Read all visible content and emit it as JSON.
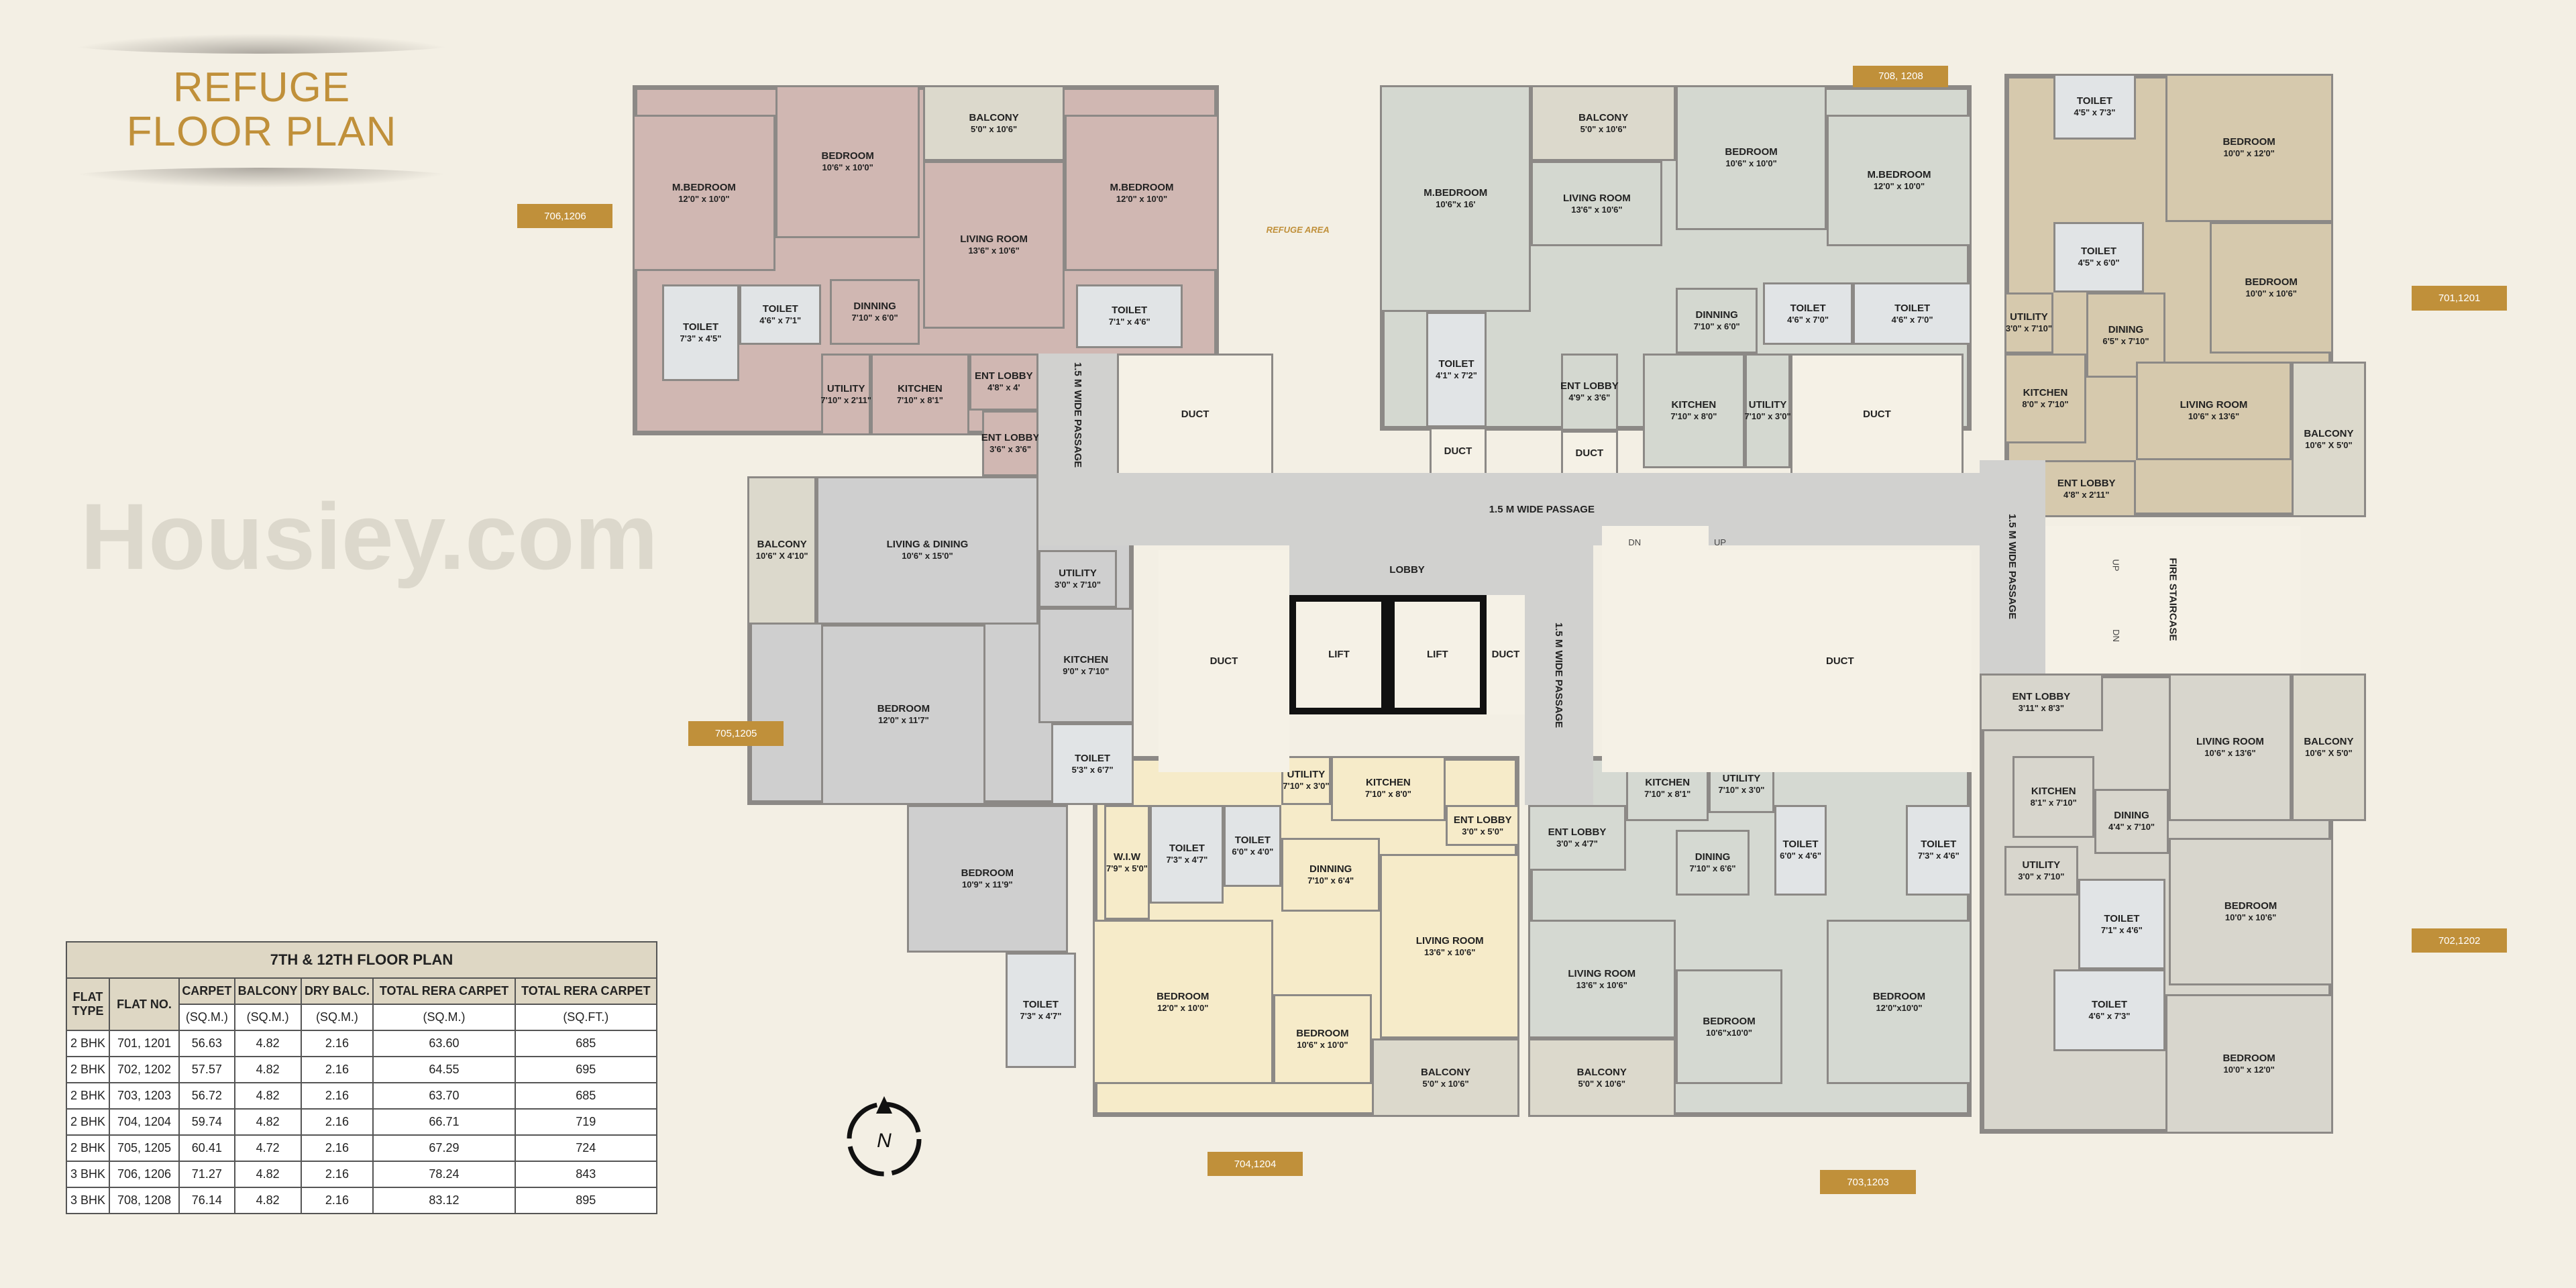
{
  "title": {
    "line1": "REFUGE",
    "line2": "FLOOR PLAN"
  },
  "colors": {
    "accent_gold": "#c0903a",
    "background": "#f3efe4",
    "wall": "#8c8986",
    "toilet": "#e1e4e6",
    "balcony": "#dcd9cc",
    "duct": "#f5f1e6"
  },
  "watermark": "Housiey.com",
  "compass": {
    "label": "N",
    "icon": "north-arrow-compass-icon"
  },
  "plan": {
    "units": [
      {
        "tag": "706,1206",
        "color": "#d0b7b2",
        "rooms": [
          {
            "name": "M.BEDROOM",
            "dim": "12'0\" x 10'0\""
          },
          {
            "name": "BEDROOM",
            "dim": "10'6\" x 10'0\""
          },
          {
            "name": "BALCONY",
            "dim": "5'0\" x 10'6\""
          },
          {
            "name": "LIVING ROOM",
            "dim": "13'6\" x 10'6\""
          },
          {
            "name": "M.BEDROOM",
            "dim": "12'0\" x 10'0\""
          },
          {
            "name": "TOILET",
            "dim": "7'3\" x 4'5\""
          },
          {
            "name": "TOILET",
            "dim": "4'6\" x 7'1\""
          },
          {
            "name": "DINNING",
            "dim": "7'10\" x 6'0\""
          },
          {
            "name": "TOILET",
            "dim": "7'1\" x 4'6\""
          },
          {
            "name": "UTILITY",
            "dim": "7'10\" x 2'11\""
          },
          {
            "name": "KITCHEN",
            "dim": "7'10\" x 8'1\""
          },
          {
            "name": "ENT LOBBY",
            "dim": "4'8\" x 4'"
          },
          {
            "name": "ENT LOBBY",
            "dim": "3'6\" x 3'6\""
          },
          {
            "name": "DUCT",
            "dim": ""
          }
        ]
      },
      {
        "tag": "708, 1208",
        "color": "#d4d8d0",
        "rooms": [
          {
            "name": "M.BEDROOM",
            "dim": "10'6\"x 16'"
          },
          {
            "name": "BALCONY",
            "dim": "5'0\" x 10'6\""
          },
          {
            "name": "LIVING ROOM",
            "dim": "13'6\" x 10'6\""
          },
          {
            "name": "BEDROOM",
            "dim": "10'6\" x 10'0\""
          },
          {
            "name": "M.BEDROOM",
            "dim": "12'0\" x 10'0\""
          },
          {
            "name": "TOILET",
            "dim": "4'1\" x 7'2\""
          },
          {
            "name": "DINNING",
            "dim": "7'10\" x 6'0\""
          },
          {
            "name": "TOILET",
            "dim": "4'6\" x 7'0\""
          },
          {
            "name": "TOILET",
            "dim": "4'6\" x 7'0\""
          },
          {
            "name": "ENT LOBBY",
            "dim": "4'9\" x 3'6\""
          },
          {
            "name": "KITCHEN",
            "dim": "7'10\" x 8'0\""
          },
          {
            "name": "UTILITY",
            "dim": "7'10\" x 3'0\""
          },
          {
            "name": "DUCT",
            "dim": ""
          },
          {
            "name": "DUCT",
            "dim": ""
          },
          {
            "name": "DUCT",
            "dim": ""
          }
        ]
      },
      {
        "tag": "701,1201",
        "color": "#d6c9ad",
        "rooms": [
          {
            "name": "TOILET",
            "dim": "4'5\" x 7'3\""
          },
          {
            "name": "BEDROOM",
            "dim": "10'0\" x 12'0\""
          },
          {
            "name": "TOILET",
            "dim": "4'5\" x 6'0\""
          },
          {
            "name": "BEDROOM",
            "dim": "10'0\" x 10'6\""
          },
          {
            "name": "UTILITY",
            "dim": "3'0\" x 7'10\""
          },
          {
            "name": "KITCHEN",
            "dim": "8'0\" x 7'10\""
          },
          {
            "name": "DINING",
            "dim": "6'5\" x 7'10\""
          },
          {
            "name": "LIVING ROOM",
            "dim": "10'6\" x 13'6\""
          },
          {
            "name": "BALCONY",
            "dim": "10'6\" X 5'0\""
          },
          {
            "name": "ENT LOBBY",
            "dim": "4'8\" x 2'11\""
          }
        ]
      },
      {
        "tag": "702,1202",
        "color": "#d8d6cd",
        "rooms": [
          {
            "name": "ENT LOBBY",
            "dim": "3'11\" x 8'3\""
          },
          {
            "name": "LIVING ROOM",
            "dim": "10'6\" x 13'6\""
          },
          {
            "name": "BALCONY",
            "dim": "10'6\" X 5'0\""
          },
          {
            "name": "KITCHEN",
            "dim": "8'1\" x 7'10\""
          },
          {
            "name": "DINING",
            "dim": "4'4\" x 7'10\""
          },
          {
            "name": "UTILITY",
            "dim": "3'0\" x 7'10\""
          },
          {
            "name": "BEDROOM",
            "dim": "10'0\" x 10'6\""
          },
          {
            "name": "TOILET",
            "dim": "7'1\" x 4'6\""
          },
          {
            "name": "TOILET",
            "dim": "4'6\" x 7'3\""
          },
          {
            "name": "BEDROOM",
            "dim": "10'0\" x 12'0\""
          }
        ]
      },
      {
        "tag": "703,1203",
        "color": "#d5d9d2",
        "rooms": [
          {
            "name": "ENT LOBBY",
            "dim": "3'0\" x 4'7\""
          },
          {
            "name": "KITCHEN",
            "dim": "7'10\" x 8'1\""
          },
          {
            "name": "UTILITY",
            "dim": "7'10\" x 3'0\""
          },
          {
            "name": "DINING",
            "dim": "7'10\" x 6'6\""
          },
          {
            "name": "TOILET",
            "dim": "6'0\" x 4'6\""
          },
          {
            "name": "TOILET",
            "dim": "7'3\" x 4'6\""
          },
          {
            "name": "LIVING ROOM",
            "dim": "13'6\" x 10'6\""
          },
          {
            "name": "BEDROOM",
            "dim": "10'6\"x10'0\""
          },
          {
            "name": "BEDROOM",
            "dim": "12'0\"x10'0\""
          },
          {
            "name": "BALCONY",
            "dim": "5'0\" X 10'6\""
          }
        ]
      },
      {
        "tag": "704,1204",
        "color": "#f6ebc9",
        "rooms": [
          {
            "name": "UTILITY",
            "dim": "7'10\" x 3'0\""
          },
          {
            "name": "KITCHEN",
            "dim": "7'10\" x 8'0\""
          },
          {
            "name": "ENT LOBBY",
            "dim": "3'0\" x 5'0\""
          },
          {
            "name": "W.I.W",
            "dim": "7'9\" x 5'0\""
          },
          {
            "name": "TOILET",
            "dim": "7'3\" x 4'7\""
          },
          {
            "name": "TOILET",
            "dim": "6'0\" x 4'0\""
          },
          {
            "name": "DINNING",
            "dim": "7'10\" x 6'4\""
          },
          {
            "name": "BEDROOM",
            "dim": "12'0\" x 10'0\""
          },
          {
            "name": "LIVING ROOM",
            "dim": "13'6\" x 10'6\""
          },
          {
            "name": "BEDROOM",
            "dim": "10'6\" x 10'0\""
          },
          {
            "name": "BALCONY",
            "dim": "5'0\" x 10'6\""
          }
        ]
      },
      {
        "tag": "705,1205",
        "color": "#cfcfcf",
        "rooms": [
          {
            "name": "BALCONY",
            "dim": "10'6\" X 4'10\""
          },
          {
            "name": "LIVING & DINING",
            "dim": "10'6\" x 15'0\""
          },
          {
            "name": "UTILITY",
            "dim": "3'0\" x 7'10\""
          },
          {
            "name": "KITCHEN",
            "dim": "9'0\" x 7'10\""
          },
          {
            "name": "BEDROOM",
            "dim": "12'0\" x 11'7\""
          },
          {
            "name": "TOILET",
            "dim": "5'3\" x 6'7\""
          },
          {
            "name": "BEDROOM",
            "dim": "10'9\" x 11'9\""
          },
          {
            "name": "TOILET",
            "dim": "7'3\" x 4'7\""
          }
        ]
      }
    ],
    "common": [
      {
        "name": "1.5 M WIDE PASSAGE",
        "kind": "passage"
      },
      {
        "name": "LOBBY",
        "kind": "passage"
      },
      {
        "name": "LIFT",
        "kind": "lift"
      },
      {
        "name": "LIFT",
        "kind": "lift"
      },
      {
        "name": "DUCT",
        "kind": "duct"
      },
      {
        "name": "DUCT",
        "kind": "duct"
      },
      {
        "name": "1.5 M WIDE PASSAGE",
        "kind": "passage-vertical"
      },
      {
        "name": "",
        "kind": "staircase"
      },
      {
        "name": "DUCT",
        "kind": "duct"
      },
      {
        "name": "1.5 M WIDE PASSAGE",
        "kind": "passage-vertical"
      },
      {
        "name": "1.5 M WIDE PASSAGE",
        "kind": "passage-vertical"
      },
      {
        "name": "FIRE STAIRCASE",
        "kind": "staircase-vertical"
      },
      {
        "name": "REFUGE AREA",
        "kind": "refuge"
      },
      {
        "name": "DN",
        "kind": "stair-label"
      },
      {
        "name": "UP",
        "kind": "stair-label"
      },
      {
        "name": "UP",
        "kind": "stair-label-vertical"
      },
      {
        "name": "DN",
        "kind": "stair-label-vertical"
      }
    ]
  },
  "area_table": {
    "title": "7TH & 12TH FLOOR PLAN",
    "headers": [
      "FLAT TYPE",
      "FLAT NO.",
      "CARPET",
      "BALCONY",
      "DRY BALC.",
      "TOTAL RERA CARPET",
      "TOTAL RERA CARPET"
    ],
    "units": [
      "(SQ.M.)",
      "(SQ.M.)",
      "(SQ.M.)",
      "(SQ.M.)",
      "(SQ.FT.)"
    ],
    "rows": [
      [
        "2 BHK",
        "701, 1201",
        "56.63",
        "4.82",
        "2.16",
        "63.60",
        "685"
      ],
      [
        "2 BHK",
        "702, 1202",
        "57.57",
        "4.82",
        "2.16",
        "64.55",
        "695"
      ],
      [
        "2 BHK",
        "703, 1203",
        "56.72",
        "4.82",
        "2.16",
        "63.70",
        "685"
      ],
      [
        "2 BHK",
        "704, 1204",
        "59.74",
        "4.82",
        "2.16",
        "66.71",
        "719"
      ],
      [
        "2 BHK",
        "705, 1205",
        "60.41",
        "4.72",
        "2.16",
        "67.29",
        "724"
      ],
      [
        "3 BHK",
        "706, 1206",
        "71.27",
        "4.82",
        "2.16",
        "78.24",
        "843"
      ],
      [
        "3 BHK",
        "708, 1208",
        "76.14",
        "4.82",
        "2.16",
        "83.12",
        "895"
      ]
    ]
  }
}
